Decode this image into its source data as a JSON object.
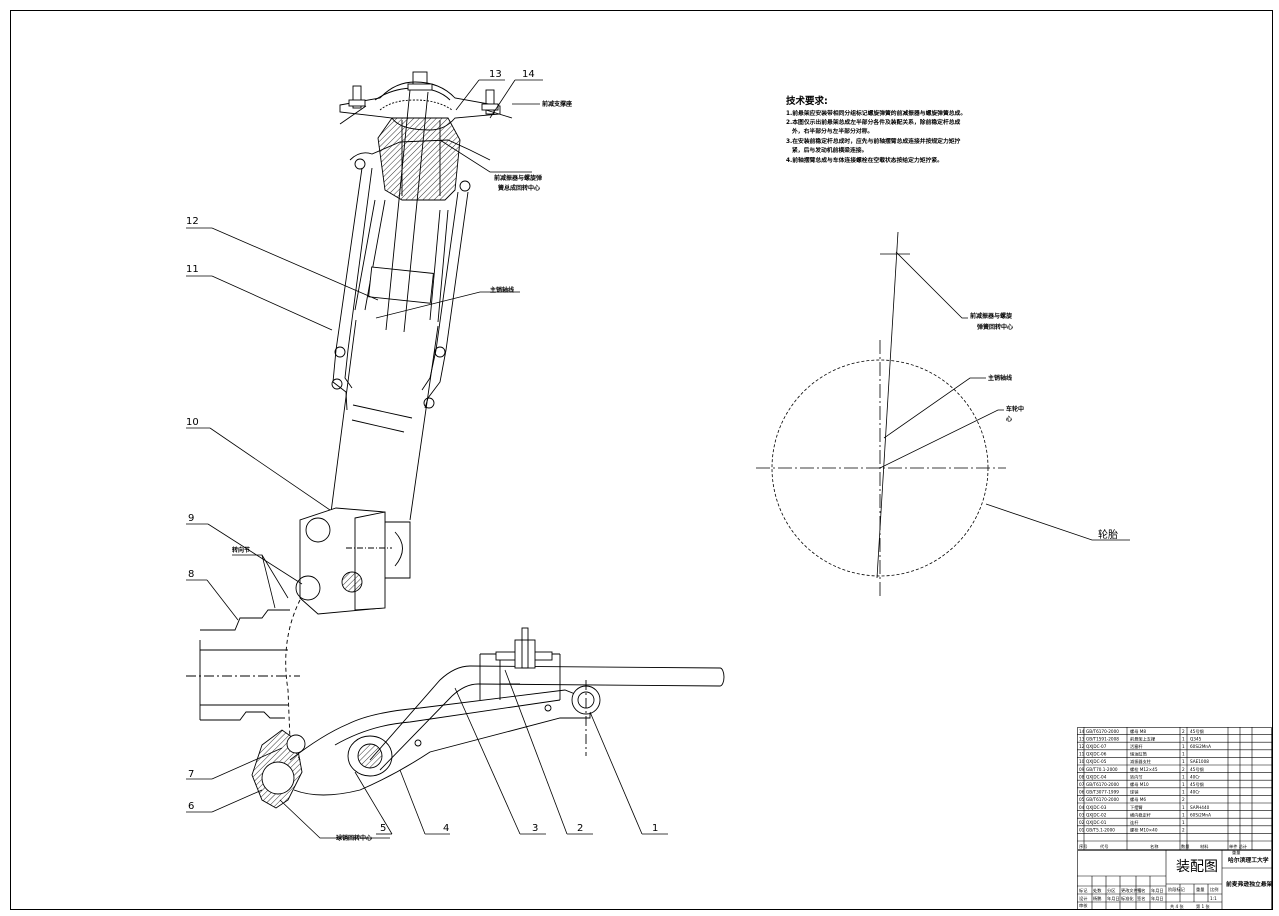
{
  "drawing": {
    "title": "装配图",
    "school": "哈尔滨理工大学",
    "product": "前麦弗逊独立悬架",
    "scale": "1:1",
    "sheet_total": "共 4 张",
    "sheet_no": "第 1 张"
  },
  "part_numbers": [
    "1",
    "2",
    "3",
    "4",
    "5",
    "6",
    "7",
    "8",
    "9",
    "10",
    "11",
    "12",
    "13",
    "14"
  ],
  "annotations": {
    "top_mount": "前减支撑座",
    "shock_center_1": "前减振器与螺旋弹",
    "shock_center_2": "簧总成回转中心",
    "kingpin_axis": "主销轴线",
    "steering_knuckle": "转向节",
    "ball_joint_center": "球销回转中心",
    "right_shock_1": "前减振器与螺旋",
    "right_shock_2": "弹簧回转中心",
    "right_kingpin": "主销轴线",
    "wheel_center_1": "车轮中",
    "wheel_center_2": "心",
    "tire": "轮胎"
  },
  "tech_requirements": {
    "heading": "技术要求:",
    "lines": [
      "1.前悬架应安装带相同分组标记螺旋弹簧的前减振器与螺旋弹簧总成。",
      "2.本图仅示出前悬架总成左半部分各件及装配关系，除前稳定杆总成",
      "外，右半部分与左半部分对称。",
      "3.在安装前稳定杆总成时，应先与前轴摆臂总成连接并按规定力矩拧",
      "紧，后与发动机前横梁连接。",
      "4.前轴摆臂总成与车体连接螺栓在空载状态按给定力矩拧紧。"
    ]
  },
  "bom": [
    {
      "no": "14",
      "code": "GB/T6170-2000",
      "name": "螺母 M8",
      "qty": "2",
      "material": "45号钢"
    },
    {
      "no": "13",
      "code": "GB/T1591-2008",
      "name": "前悬架上支撑",
      "qty": "1",
      "material": "Q345"
    },
    {
      "no": "12",
      "code": "QXJDC-07",
      "name": "活塞杆",
      "qty": "1",
      "material": "60Si2MnA"
    },
    {
      "no": "11",
      "code": "QXJDC-06",
      "name": "储油缸筒",
      "qty": "1",
      "material": ""
    },
    {
      "no": "10",
      "code": "QXJDC-05",
      "name": "减振器支柱",
      "qty": "1",
      "material": "SAE1008"
    },
    {
      "no": "09",
      "code": "GB/T70.1-2000",
      "name": "螺栓 M12×45",
      "qty": "2",
      "material": "45号钢"
    },
    {
      "no": "08",
      "code": "QXJDC-04",
      "name": "转向节",
      "qty": "1",
      "material": "40Cr"
    },
    {
      "no": "07",
      "code": "GB/T6170-2000",
      "name": "螺母 M10",
      "qty": "1",
      "material": "45号钢"
    },
    {
      "no": "06",
      "code": "GB/T3077-1999",
      "name": "球销",
      "qty": "1",
      "material": "40Cr"
    },
    {
      "no": "05",
      "code": "GB/T6170-2000",
      "name": "螺母 M6",
      "qty": "2",
      "material": ""
    },
    {
      "no": "04",
      "code": "QXJDC-03",
      "name": "下摆臂",
      "qty": "1",
      "material": "SAPH440"
    },
    {
      "no": "03",
      "code": "QXJDC-02",
      "name": "横向稳定杆",
      "qty": "1",
      "material": "60Si2MnA"
    },
    {
      "no": "02",
      "code": "QXJDC-01",
      "name": "连杆",
      "qty": "1",
      "material": ""
    },
    {
      "no": "01",
      "code": "GB/T5.1-2000",
      "name": "螺栓 M10×40",
      "qty": "2",
      "material": ""
    }
  ],
  "bom_header": {
    "no": "序号",
    "code": "代号",
    "name": "名称",
    "qty": "数量",
    "material": "材料",
    "weight": "单件 总计",
    "weight2": "重量"
  },
  "title_block": {
    "r1": [
      "标记",
      "处数",
      "分区",
      "更改文件号",
      "签名",
      "年月日"
    ],
    "r2": [
      "设计",
      "杨鹏",
      "年月日",
      "标准化",
      "签名",
      "年月日"
    ],
    "stage": [
      "阶段标记",
      "重量",
      "比例"
    ],
    "r3": [
      "审核",
      "",
      "",
      "",
      "",
      ""
    ],
    "r4": [
      "工艺",
      "",
      "批准"
    ]
  },
  "colors": {
    "line": "#000000",
    "paper": "#ffffff"
  }
}
